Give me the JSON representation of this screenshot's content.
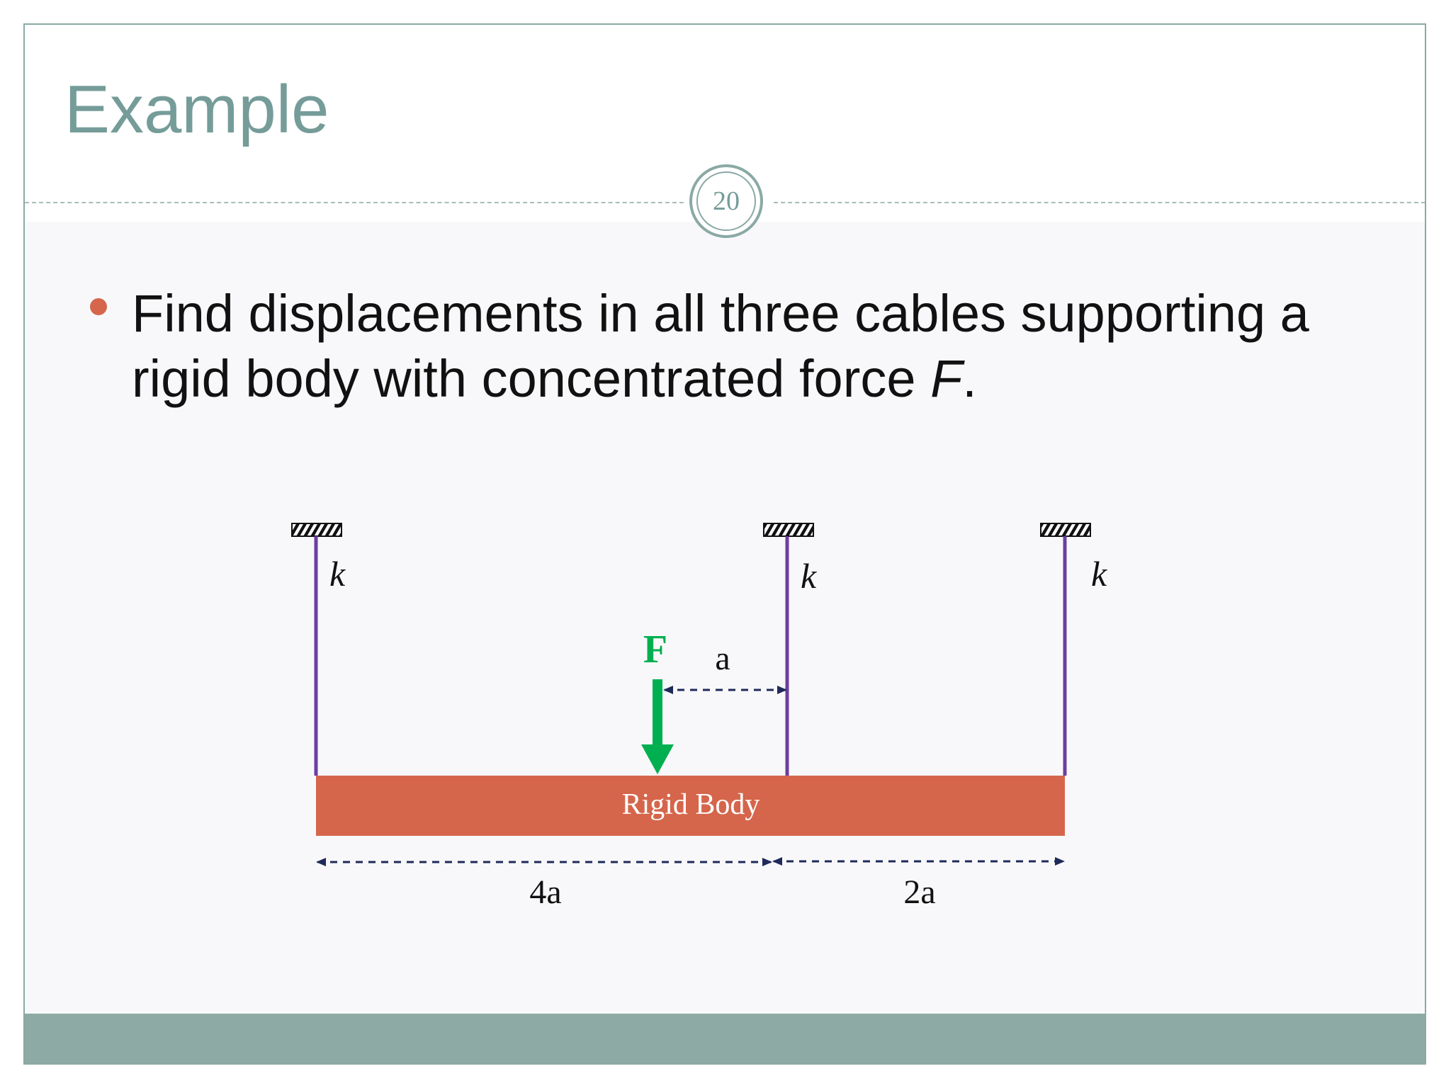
{
  "slide": {
    "title": "Example",
    "page_number": "20"
  },
  "bullet": {
    "text_before": "Find displacements in all three cables supporting a rigid body with concentrated force ",
    "italic_symbol": "F",
    "text_after": "."
  },
  "diagram": {
    "body_label": "Rigid Body",
    "force_label": "F",
    "spring_labels": [
      "k",
      "k",
      "k"
    ],
    "dimension_force_offset": "a",
    "dimension_left": "4a",
    "dimension_right": "2a"
  },
  "colors": {
    "accent_teal": "#759c99",
    "bullet": "#d5664b",
    "rigid_body": "#d5664b",
    "cable": "#6b3fa0",
    "force": "#00b050",
    "dimension": "#1f2a5a"
  }
}
